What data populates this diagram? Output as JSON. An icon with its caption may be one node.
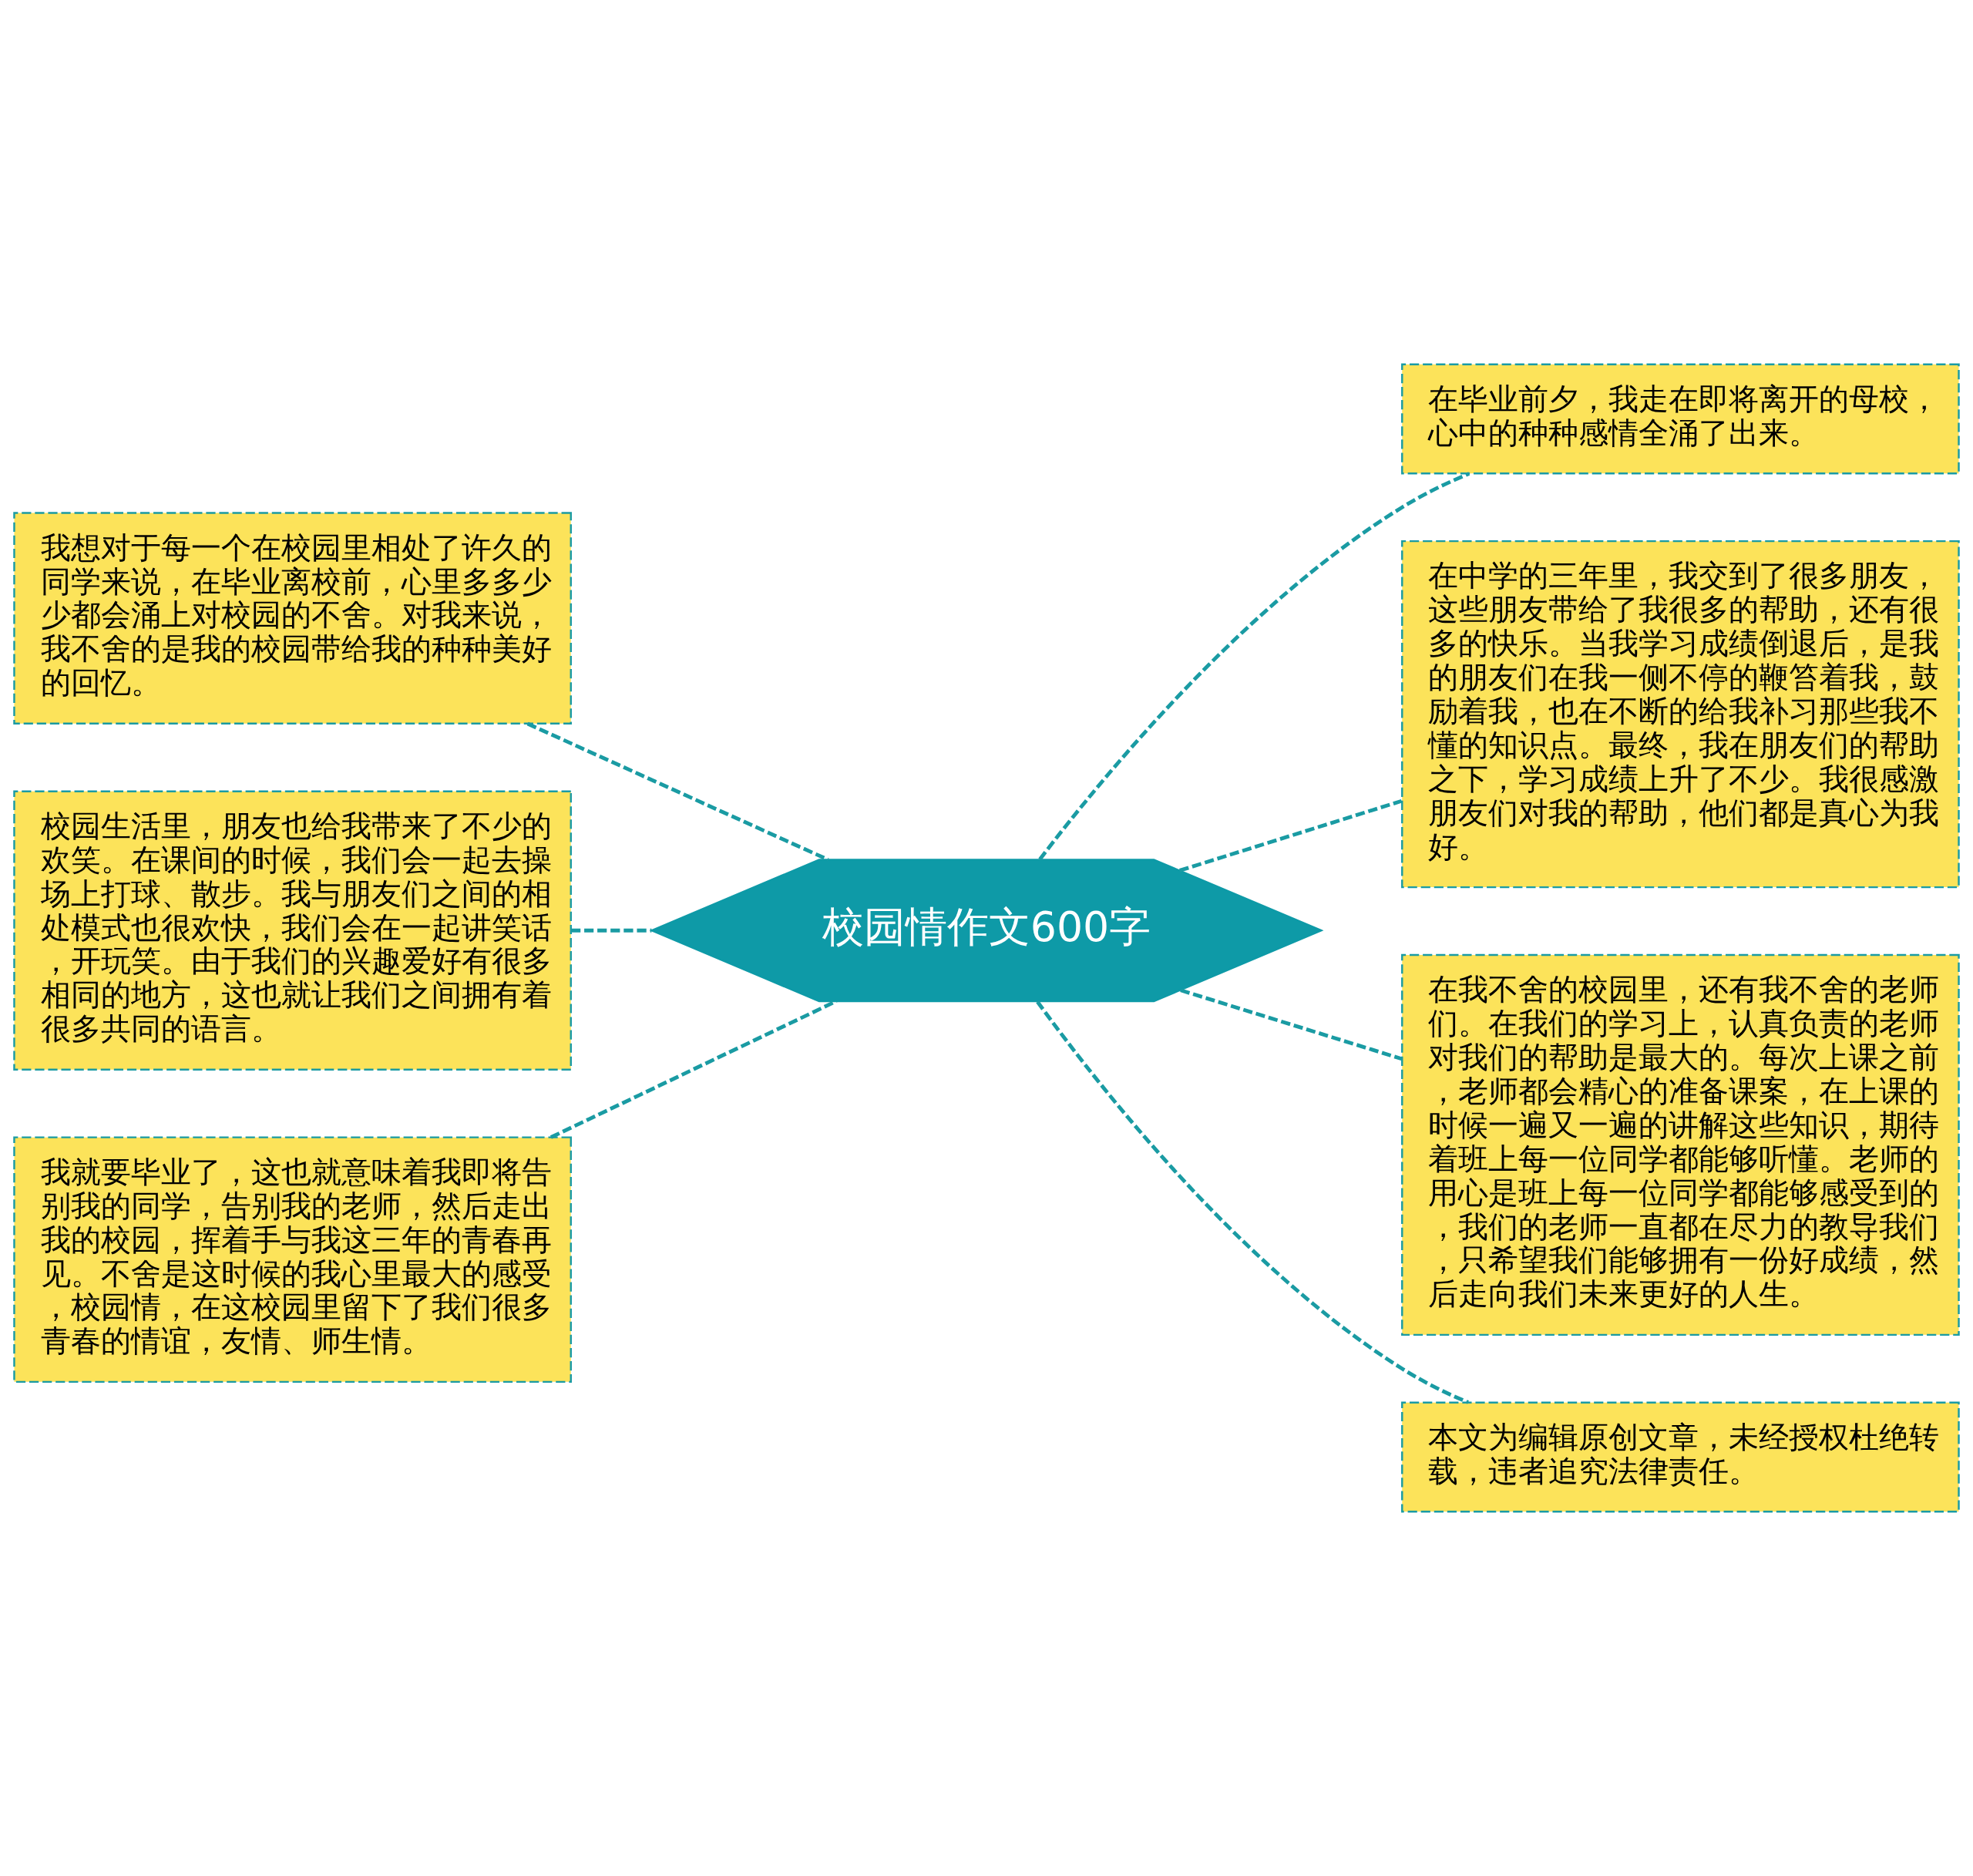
{
  "diagram": {
    "nodes": [
      {
        "text": [
          "校园情作文600字"
        ]
      },
      {
        "text": [
          "我想对于每一个在校园里相处了许久的同学来说，在毕业离校前，心里多多少少都会涌上对校园的不舍。对我来说，我不舍的是我的校园带给我的种种美好的回忆。"
        ]
      },
      {
        "text": [
          "校园生活里，朋友也给我带来了不少的欢笑。在课间的时候，我们会一起去操场上打球、散步。我与朋友们之间的相处模式也很欢快，我们会在一起讲笑话，开玩笑。由于我们的兴趣爱好有很多相同的地方，这也就让我们之间拥有着很多共同的语言。"
        ]
      },
      {
        "text": [
          "我就要毕业了，这也就意味着我即将告别我的同学，告别我的老师，然后走出我的校园，挥着手与我这三年的青春再见。不舍是这时候的我心里最大的感受，校园情，在这校园里留下了我们很多青春的情谊，友情、师生情。"
        ]
      },
      {
        "text": [
          "在毕业前夕，我走在即将离开的母校，心中的种种感情全涌了出来。"
        ]
      },
      {
        "text": [
          "在中学的三年里，我交到了很多朋友，这些朋友带给了我很多的帮助，还有很多的快乐。当我学习成绩倒退后，是我的朋友们在我一侧不停的鞭笞着我，鼓励着我，也在不断的给我补习那些我不懂的知识点。最终，我在朋友们的帮助之下，学习成绩上升了不少。我很感激朋友们对我的帮助，他们都是真心为我好。"
        ]
      },
      {
        "text": [
          "在我不舍的校园里，还有我不舍的老师们。在我们的学习上，认真负责的老师对我们的帮助是最大的。每次上课之前，老师都会精心的准备课案，在上课的时候一遍又一遍的讲解这些知识，期待着班上每一位同学都能够听懂。老师的用心是班上每一位同学都能够感受到的，我们的老师一直都在尽力的教导我们，只希望我们能够拥有一份好成绩，然后走向我们未来更好的人生。"
        ]
      },
      {
        "text": [
          "本文为编辑原创文章，未经授权杜绝转载，违者追究法律责任。"
        ]
      }
    ],
    "edges": [
      {
        "from": 0,
        "to": 1,
        "arrow": "none",
        "style": "dashed"
      },
      {
        "from": 0,
        "to": 2,
        "arrow": "none",
        "style": "dashed"
      },
      {
        "from": 0,
        "to": 3,
        "arrow": "none",
        "style": "dashed"
      },
      {
        "from": 0,
        "to": 4,
        "arrow": "none",
        "style": "dashed"
      },
      {
        "from": 0,
        "to": 5,
        "arrow": "none",
        "style": "dashed"
      },
      {
        "from": 0,
        "to": 6,
        "arrow": "none",
        "style": "dashed"
      },
      {
        "from": 0,
        "to": 7,
        "arrow": "none",
        "style": "dashed"
      }
    ]
  }
}
